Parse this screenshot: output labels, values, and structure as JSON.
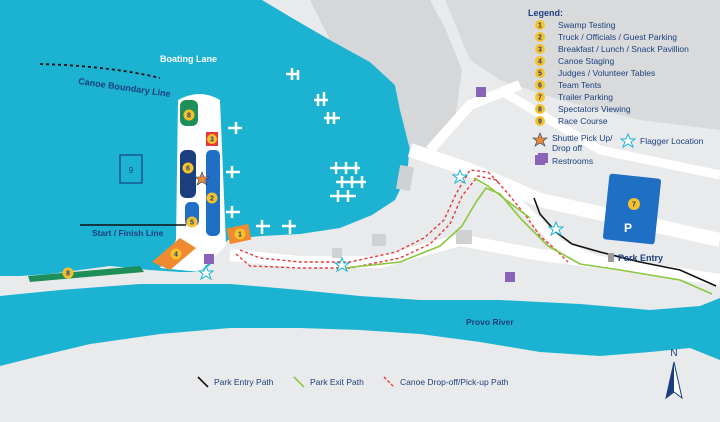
{
  "map": {
    "colors": {
      "water": "#1bb3d1",
      "land": "#e9eaeb",
      "land_dark": "#d6d7d9",
      "road": "#ffffff",
      "lot_blue": "#1f6fc4",
      "dock_blue": "#1966b6",
      "navy": "#1b3f7e",
      "marker_yellow": "#f6c12b",
      "tent_orange": "#f08a30",
      "green": "#1f8f5a",
      "restroom_purple": "#8a63b8",
      "exit_green": "#8cc63f",
      "canoe_red": "#e8383a",
      "entry_black": "#111111"
    },
    "water_labels": {
      "boating_lane": "Boating Lane",
      "canoe_boundary": "Canoe Boundary Line",
      "start_finish": "Start / Finish Line",
      "river": "Provo River",
      "race_course_number": "9"
    },
    "site_markers": [
      {
        "number": "1"
      },
      {
        "number": "2"
      },
      {
        "number": "3"
      },
      {
        "number": "4"
      },
      {
        "number": "5"
      },
      {
        "number": "6"
      },
      {
        "number": "7"
      },
      {
        "number": "8"
      },
      {
        "number": "8"
      }
    ],
    "parking_label": "P",
    "park_entry_label": "Park Entry",
    "north_label": "N"
  },
  "legend": {
    "title": "Legend:",
    "items": [
      {
        "number": "1",
        "label": "Swamp Testing"
      },
      {
        "number": "2",
        "label": "Truck / Officials / Guest Parking"
      },
      {
        "number": "3",
        "label": "Breakfast / Lunch / Snack Pavillion"
      },
      {
        "number": "4",
        "label": "Canoe Staging"
      },
      {
        "number": "5",
        "label": "Judges / Volunteer Tables"
      },
      {
        "number": "6",
        "label": "Team Tents"
      },
      {
        "number": "7",
        "label": "Trailer Parking"
      },
      {
        "number": "8",
        "label": "Spectators Viewing"
      },
      {
        "number": "9",
        "label": "Race Course"
      }
    ],
    "shuttle_line1": "Shuttle Pick Up/",
    "shuttle_line2": "Drop off",
    "flagger": "Flagger Location",
    "restrooms": "Restrooms"
  },
  "paths_legend": {
    "entry": "Park Entry Path",
    "exit": "Park Exit Path",
    "canoe": "Canoe Drop-off/Pick-up Path"
  }
}
